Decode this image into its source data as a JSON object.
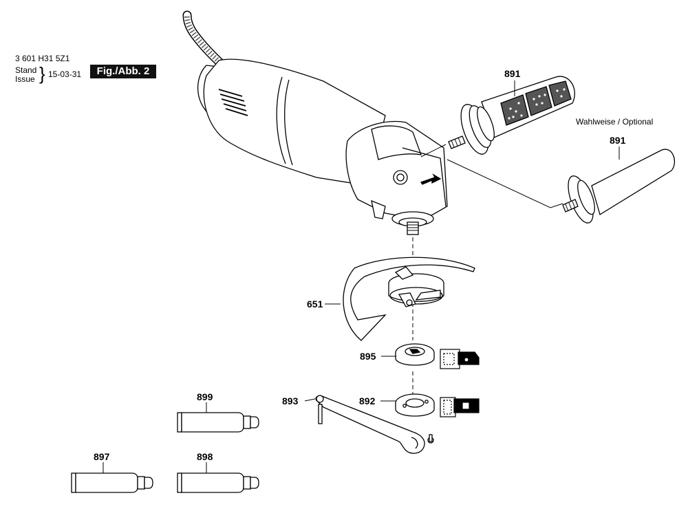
{
  "header": {
    "part_number": "3 601 H31 5Z1",
    "stand_label": "Stand",
    "issue_label": "Issue",
    "date": "15-03-31",
    "figure": "Fig./Abb. 2"
  },
  "labels": {
    "handle_primary": "891",
    "handle_optional": "891",
    "optional_note": "Wahlweise / Optional",
    "guard": "651",
    "flange": "895",
    "clamp_nut": "892",
    "spanner": "893",
    "tube_top": "899",
    "tube_left": "897",
    "tube_right": "898"
  }
}
